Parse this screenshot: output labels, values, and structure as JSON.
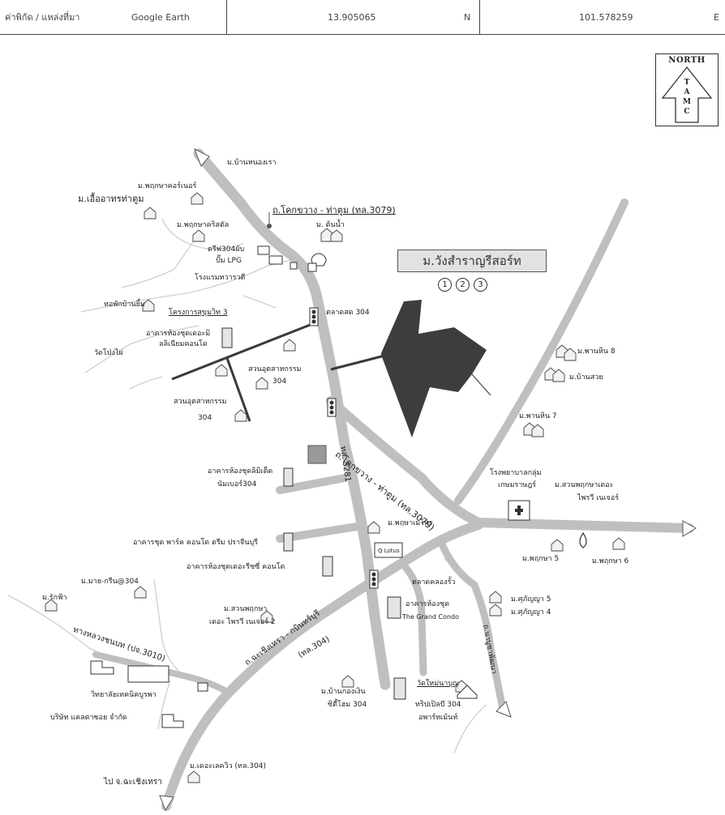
{
  "header": {
    "label": "ค่าพิกัด / แหล่งที่มา",
    "source": "Google Earth",
    "lat": "13.905065",
    "lat_dir": "N",
    "lon": "101.578259",
    "lon_dir": "E"
  },
  "north": {
    "word": "NORTH",
    "letters": [
      "T",
      "A",
      "M",
      "C"
    ]
  },
  "resort": {
    "name": "ม.วังสำราญรีสอร์ท",
    "phases": [
      "1",
      "2",
      "3"
    ]
  },
  "roads": {
    "r3079_top": "ถ.โคกขวาง - ท่าตูม (ทล.3079)",
    "r3079_mid": "ถ.โคกขวาง - ท่าตูม (ทล.3079)",
    "r3281": "ทล. 3281",
    "r304": "ถ.ฉะเชิงเทรา - กบินทร์บุรี",
    "r304_code": "(ทล.304)",
    "r3010": "ทางหลวงชนบท (ปจ.3010)",
    "nab": "ถ.นาบูชาพัฒนา",
    "to_chachoeng": "ไป จ.ฉะเชิงเทรา"
  },
  "places": {
    "baan_nong_ra": "ม.บ้านหนองเรา",
    "pruksa_corner": "ม.พฤกษาคอร์เนอร์",
    "ue_arthorn": "ม.เอื้ออาทรท่าตูม",
    "pruksa_crystal": "ม.พฤกษาคริสตัล",
    "ton_nam": "ม. ต้นน้ำ",
    "drive304": "ดรีฟ304ผับ",
    "lpg": "ปั๊ม LPG",
    "hotel": "โรงแรมทวารวดี",
    "dorm": "หอพักบ้านยิ้ม",
    "sukhumvit": "โครงการสุขุมวิท 3",
    "millennium_1": "อาคารห้องชุดเดอะมิ",
    "millennium_2": "ลลิเนียมคอนโด",
    "wat_pong": "วัดโป่งไผ่",
    "talad304": "ตลาดสด 304",
    "industry_a1": "สวนอุตสาหกรรม",
    "industry_a2": "304",
    "industry_b1": "สวนอุตสาหกรรม",
    "industry_b2": "304",
    "pan_hin8": "ม.พานหิน 8",
    "baan_suay": "ม.บ้านสวย",
    "pan_hin7": "ม.พานหิน 7",
    "hospital_1": "โรงพยาบาลกลุ่ม",
    "hospital_2": "เกษมราษฎร์",
    "garden_1": "ม.สวนพฤกษาเดอะ",
    "garden_2": "ไพรวี เนเจอร์",
    "number_1": "อาคารห้องชุดลิมิเต็ด",
    "number_2": "นัมเบอร์304",
    "pruksa_methee": "ม.พฤษาเมโทร",
    "park_condo": "อาคารชุด พาร์ค คอนโด ดรีม ปราจีนบุรี",
    "regent": "อาคารห้องชุดเดอะรีชซี่ คอนโด",
    "pruksa5": "ม.พฤกษา 5",
    "pruksa6": "ม.พฤกษา 6",
    "talad_klong": "ตลาดคลองรั้ว",
    "supanya5": "ม.ศุภัญญา 5",
    "supanya4": "ม.ศุภัญญา 4",
    "may_green": "ม.มาย-กรีน@304",
    "rak_fah": "ม.รักฟ้า",
    "suan_pruksa_1": "ม.สวนพฤกษา",
    "suan_pruksa_2": "เดอะ ไพรวี เนเจอร์ 2",
    "grand_1": "อาคารห้องชุด",
    "grand_2": "The Grand Condo",
    "wat_mai": "วัดใหม่นาบุญ",
    "college": "วิทยาลัยเทคนิคบูรพา",
    "company": "บริษัท แคลตาซอย จำกัด",
    "ngern_1": "ม.บ้านกองเงิน",
    "ngern_2": "ซิตี้โฮม 304",
    "triple_1": "ทริปเปิลบี 304",
    "triple_2": "อพาร์ทเม้นท์",
    "lake_view": "ม.เดอะเลควิว (ทล.304)",
    "shop_sign": "Q Lotus"
  }
}
